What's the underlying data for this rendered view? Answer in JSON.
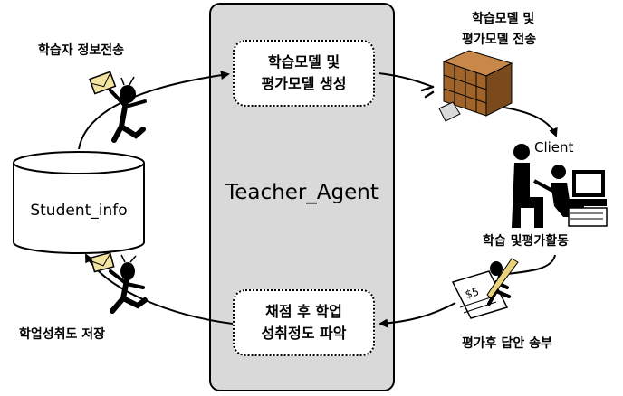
{
  "agent": {
    "label": "Teacher_Agent"
  },
  "database": {
    "label": "Student_info"
  },
  "boxes": {
    "top": {
      "line1": "학습모델 및",
      "line2": "평가모델 생성"
    },
    "bottom": {
      "line1": "채점 후 학업",
      "line2": "성취정도 파악"
    }
  },
  "captions": {
    "send_info": "학습자 정보전송",
    "model_send_line1": "학습모델 및",
    "model_send_line2": "평가모델 전송",
    "client": "Client",
    "activity": "학습 및평가활동",
    "answer_send": "평가후 답안 송부",
    "save": "학업성취도 저장"
  },
  "colors": {
    "panel": "#d9d9d9",
    "cabinet": "#a0642a",
    "envelope": "#f3e3a0"
  },
  "icons": [
    "running-messenger-icon",
    "file-cabinet-icon",
    "computer-users-icon",
    "paper-pencil-icon"
  ]
}
